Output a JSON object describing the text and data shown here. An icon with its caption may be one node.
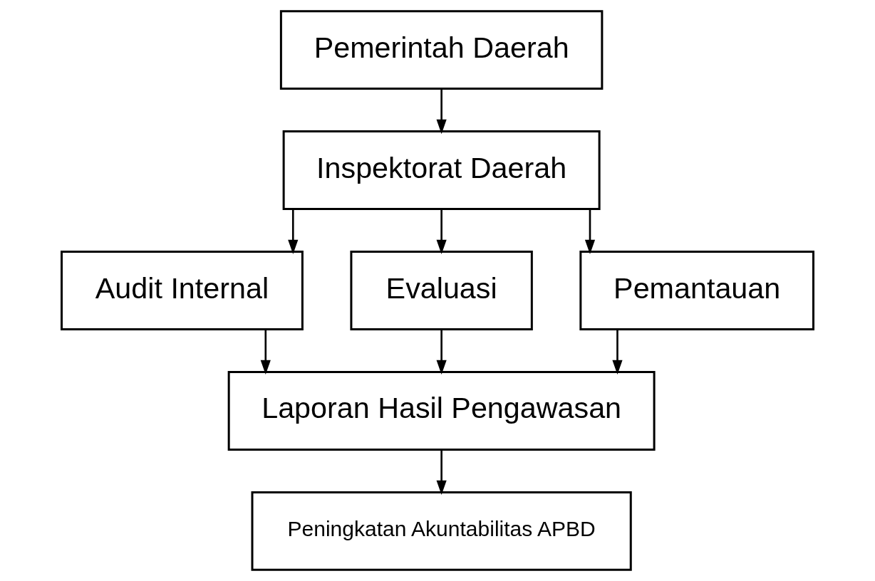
{
  "diagram": {
    "nodes": [
      {
        "text": [
          "Pemerintah Daerah"
        ]
      },
      {
        "text": [
          "Inspektorat Daerah"
        ]
      },
      {
        "text": [
          "Audit Internal"
        ]
      },
      {
        "text": [
          "Evaluasi"
        ]
      },
      {
        "text": [
          "Pemantauan"
        ]
      },
      {
        "text": [
          "Laporan Hasil Pengawasan"
        ]
      },
      {
        "text": [
          "Peningkatan Akuntabilitas APBD"
        ]
      }
    ],
    "edges": [
      {
        "from": 0,
        "to": 1,
        "arrow": "to"
      },
      {
        "from": 1,
        "to": 2,
        "arrow": "to"
      },
      {
        "from": 1,
        "to": 3,
        "arrow": "to"
      },
      {
        "from": 1,
        "to": 4,
        "arrow": "to"
      },
      {
        "from": 2,
        "to": 5,
        "arrow": "to"
      },
      {
        "from": 3,
        "to": 5,
        "arrow": "to"
      },
      {
        "from": 4,
        "to": 5,
        "arrow": "to"
      },
      {
        "from": 5,
        "to": 6,
        "arrow": "to"
      }
    ]
  }
}
